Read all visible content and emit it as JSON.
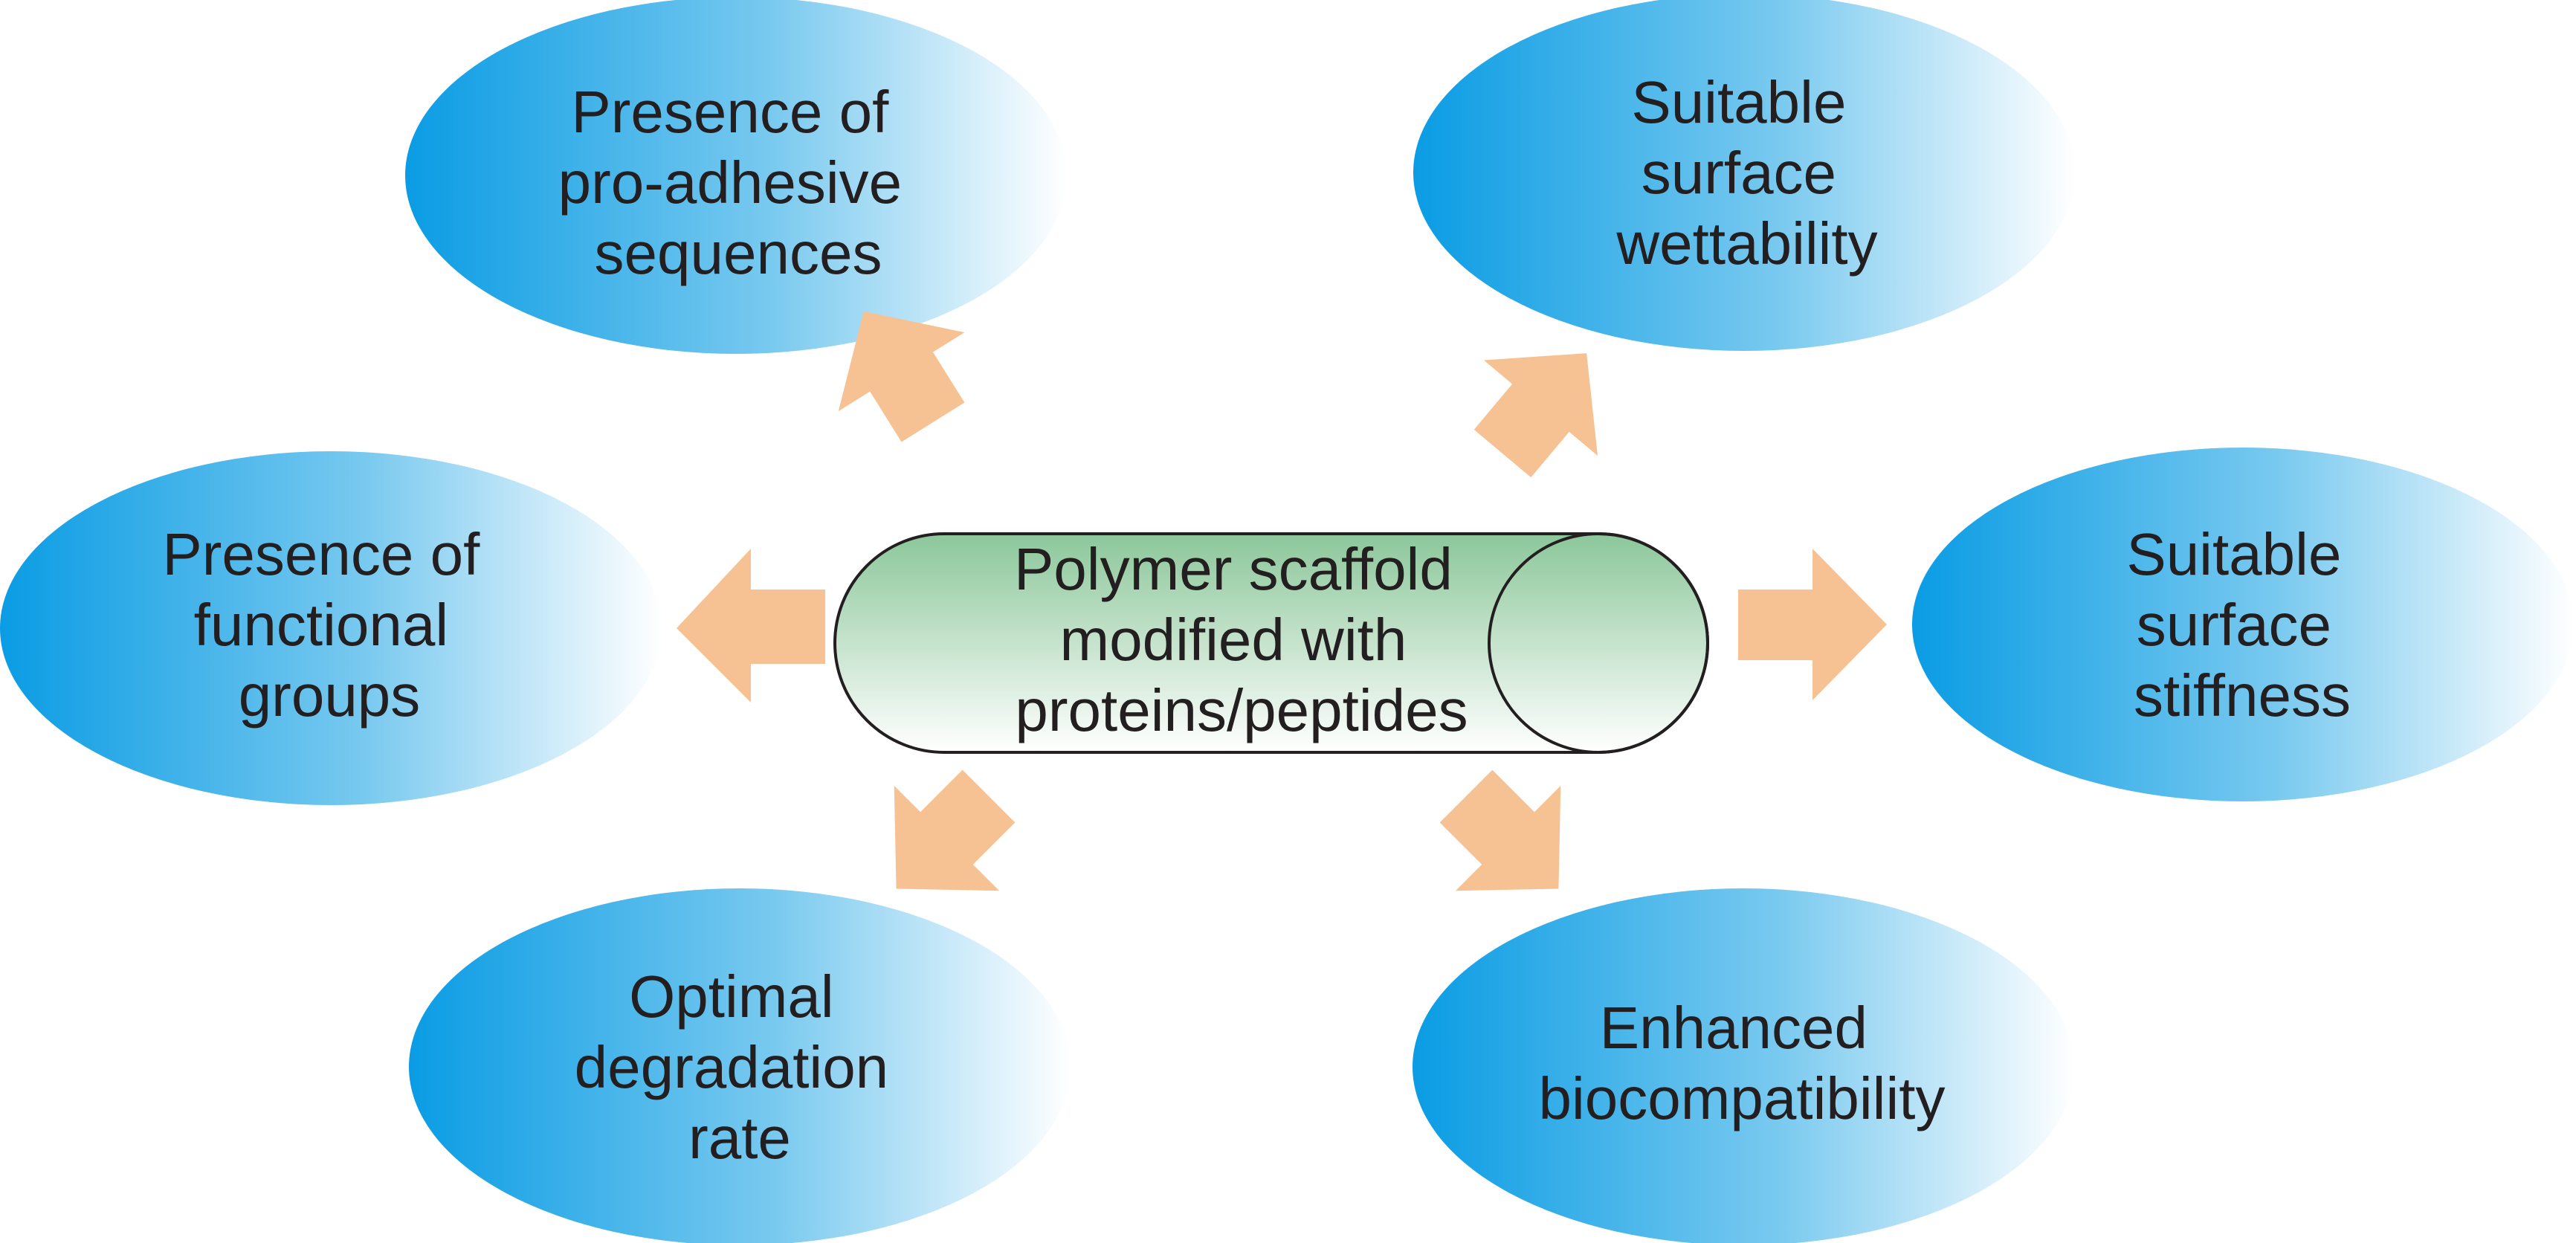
{
  "center": {
    "lines": [
      "Polymer scaffold",
      "modified with",
      "proteins/peptides"
    ]
  },
  "nodes": [
    {
      "id": "pro-adhesive",
      "lines": [
        "Presence of",
        "pro-adhesive",
        "sequences"
      ]
    },
    {
      "id": "wettability",
      "lines": [
        "Suitable",
        "surface",
        "wettability"
      ]
    },
    {
      "id": "functional-groups",
      "lines": [
        "Presence of",
        "functional",
        "groups"
      ]
    },
    {
      "id": "stiffness",
      "lines": [
        "Suitable",
        "surface",
        "stiffness"
      ]
    },
    {
      "id": "degradation",
      "lines": [
        "Optimal",
        "degradation",
        "rate"
      ]
    },
    {
      "id": "biocompatibility",
      "lines": [
        "Enhanced",
        "biocompatibility"
      ]
    }
  ],
  "colors": {
    "ellipse_start": "#0a9ce4",
    "ellipse_end": "#ffffff",
    "cylinder_top": "#8cc79a",
    "cylinder_bottom": "#ffffff",
    "arrow": "#f7c293",
    "outline": "#231f20",
    "text": "#231f20"
  }
}
